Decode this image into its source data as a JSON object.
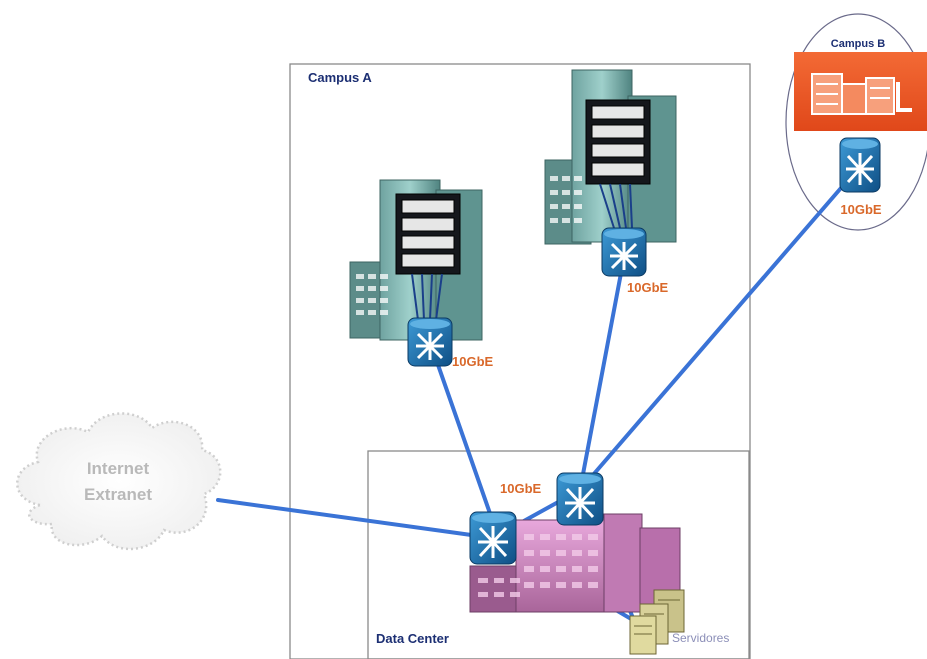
{
  "campus_a": {
    "label": "Campus A"
  },
  "campus_b": {
    "label": "Campus B",
    "link_speed": "10GbE"
  },
  "building_left": {
    "link_speed": "10GbE"
  },
  "building_right": {
    "link_speed": "10GbE"
  },
  "data_center": {
    "label": "Data Center",
    "core_link_speed": "10GbE"
  },
  "cloud": {
    "line1": "Internet",
    "line2": "Extranet"
  },
  "servers": {
    "label": "Servidores"
  },
  "colors": {
    "link": "#3a73d6",
    "speed_label": "#d9682a",
    "switch": "#1d6fa9",
    "campus_b_banner": "#ef5a26"
  }
}
